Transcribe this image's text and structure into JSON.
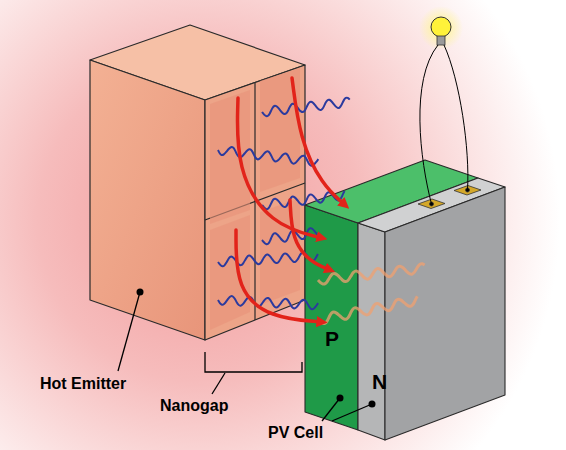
{
  "diagram": {
    "nodes": [
      {
        "text": [
          "P"
        ]
      },
      {
        "text": [
          "N"
        ]
      }
    ],
    "labels": [
      "Hot Emitter",
      "Nanogap",
      "PV Cell"
    ]
  }
}
